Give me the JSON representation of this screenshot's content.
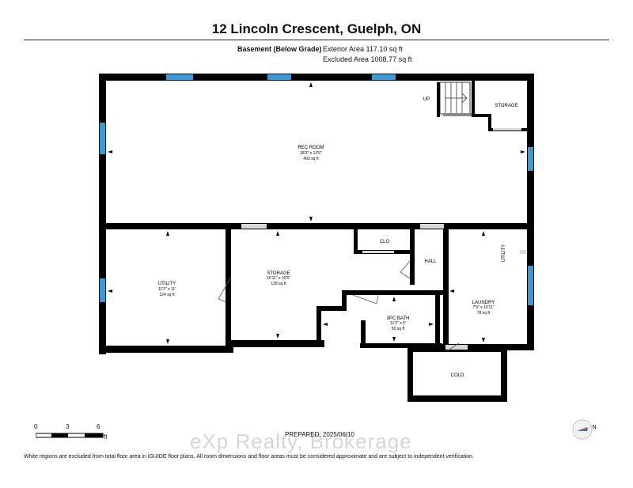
{
  "header": {
    "title": "12 Lincoln Crescent, Guelph, ON",
    "level_label": "Basement (Below Grade)",
    "exterior_area": "Exterior Area 117.10 sq ft",
    "excluded_area": "Excluded Area 1008.77 sq ft"
  },
  "rooms": {
    "rec_room": {
      "name": "REC ROOM",
      "dims": "38'3\" x 13'5\"",
      "area": "493 sq ft"
    },
    "utility": {
      "name": "UTILITY",
      "dims": "11'3\" x 11'",
      "area": "124 sq ft"
    },
    "storage_mid": {
      "name": "STORAGE",
      "dims": "16'11\" x 10'5\"",
      "area": "128 sq ft"
    },
    "bath": {
      "name": "3PC BATH",
      "dims": "11'2\" x 5'",
      "area": "50 sq ft"
    },
    "laundry": {
      "name": "LAUNDRY",
      "dims": "7'9\" x 10'11\"",
      "area": "78 sq ft"
    },
    "storage_top": {
      "name": "STORAGE"
    },
    "clo": {
      "name": "CLO"
    },
    "hall": {
      "name": "HALL"
    },
    "utility_small": {
      "name": "UTILITY"
    },
    "cold": {
      "name": "COLD"
    },
    "stairs": {
      "name": "UP"
    }
  },
  "scale": {
    "labels": [
      "0",
      "3",
      "6"
    ],
    "unit": "ft"
  },
  "compass": {
    "label": "N"
  },
  "footer": {
    "prepared": "PREPARED: 2025/06/10",
    "watermark": "eXp Realty, Brokerage",
    "disclaimer": "White regions are excluded from total floor area in iGUIDE floor plans. All room dimensions and floor areas must be considered approximate and are subject to independent verification."
  },
  "colors": {
    "wall": "#000000",
    "window": "#3b9ad6",
    "door_gap": "#d8d8d8"
  }
}
